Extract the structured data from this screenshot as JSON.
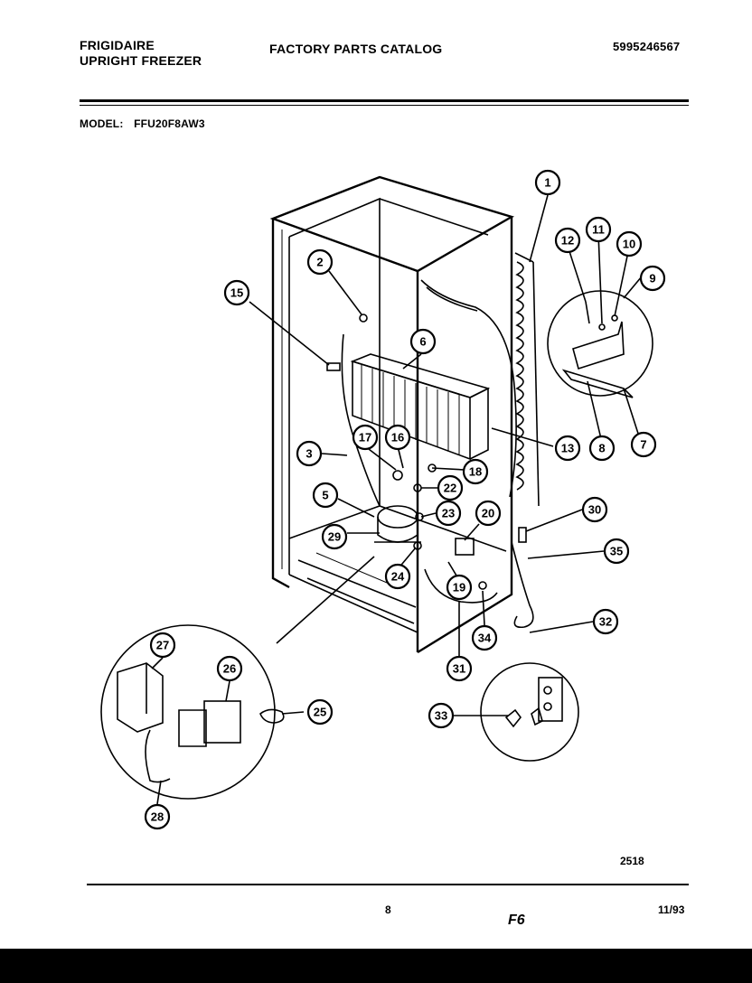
{
  "header": {
    "brand_line1": "FRIGIDAIRE",
    "brand_line2": "UPRIGHT FREEZER",
    "catalog_title": "FACTORY PARTS CATALOG",
    "part_number": "5995246567",
    "model_label": "MODEL:",
    "model_number": "FFU20F8AW3"
  },
  "diagram": {
    "callouts": [
      "1",
      "2",
      "3",
      "5",
      "6",
      "7",
      "8",
      "9",
      "10",
      "11",
      "12",
      "13",
      "15",
      "16",
      "17",
      "18",
      "19",
      "20",
      "22",
      "23",
      "24",
      "25",
      "26",
      "27",
      "28",
      "29",
      "30",
      "31",
      "32",
      "33",
      "34",
      "35"
    ],
    "figure_ref": "2518"
  },
  "footer": {
    "page": "8",
    "code": "F6",
    "date": "11/93"
  }
}
